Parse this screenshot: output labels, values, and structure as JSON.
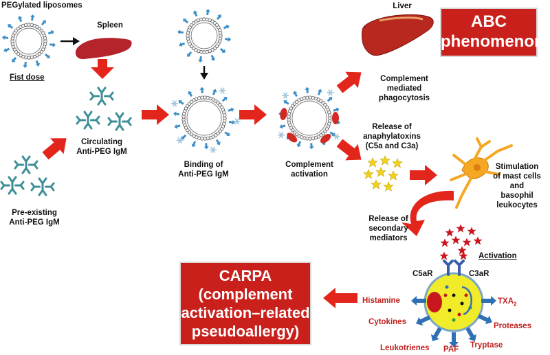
{
  "labels": {
    "pegylated_liposomes": "PEGylated liposomes",
    "first_dose": "Fist dose",
    "spleen": "Spleen",
    "circulating_1": "Circulating",
    "circulating_2": "Anti-PEG IgM",
    "preexisting_1": "Pre-existing",
    "preexisting_2": "Anti-PEG IgM",
    "binding_1": "Binding of",
    "binding_2": "Anti-PEG IgM",
    "complement_1": "Complement",
    "complement_2": "activation",
    "liver": "Liver",
    "phago_1": "Complement",
    "phago_2": "mediated",
    "phago_3": "phagocytosis",
    "release_ana_1": "Release of",
    "release_ana_2": "anaphylatoxins",
    "release_ana_3": "(C5a and C3a)",
    "stim_1": "Stimulation",
    "stim_2": "of mast cells",
    "stim_3": "and",
    "stim_4": "basophil",
    "stim_5": "leukocytes",
    "sec_1": "Release of",
    "sec_2": "secondary",
    "sec_3": "mediators",
    "activation": "Activation",
    "c5ar": "C5aR",
    "c3ar": "C3aR",
    "histamine": "Histamine",
    "cytokines": "Cytokines",
    "leukotrienes": "Leukotrienes",
    "paf": "PAF",
    "tryptase": "Tryptase",
    "proteases": "Proteases",
    "txa2": "TXA",
    "txa2_sub": "2"
  },
  "abc_box": {
    "line1": "ABC",
    "line2": "phenomenon"
  },
  "carpa_box": {
    "line1": "CARPA",
    "line2": "(complement",
    "line3": "activation–related",
    "line4": "pseudoallergy)"
  },
  "colors": {
    "arrow_red": "#e3261c",
    "box_red": "#c9201c",
    "peg_blue": "#3f8fc7",
    "igm_teal": "#3d8e96",
    "spleen": "#b5242a",
    "liver": "#b8281f",
    "mast_cell": "#f5a623",
    "anaphylatoxin": "#f2d11b",
    "mediator_red": "#c8171e",
    "granule_cell": "#f0ec2a",
    "mediator_arrow": "#2f6fb5"
  }
}
